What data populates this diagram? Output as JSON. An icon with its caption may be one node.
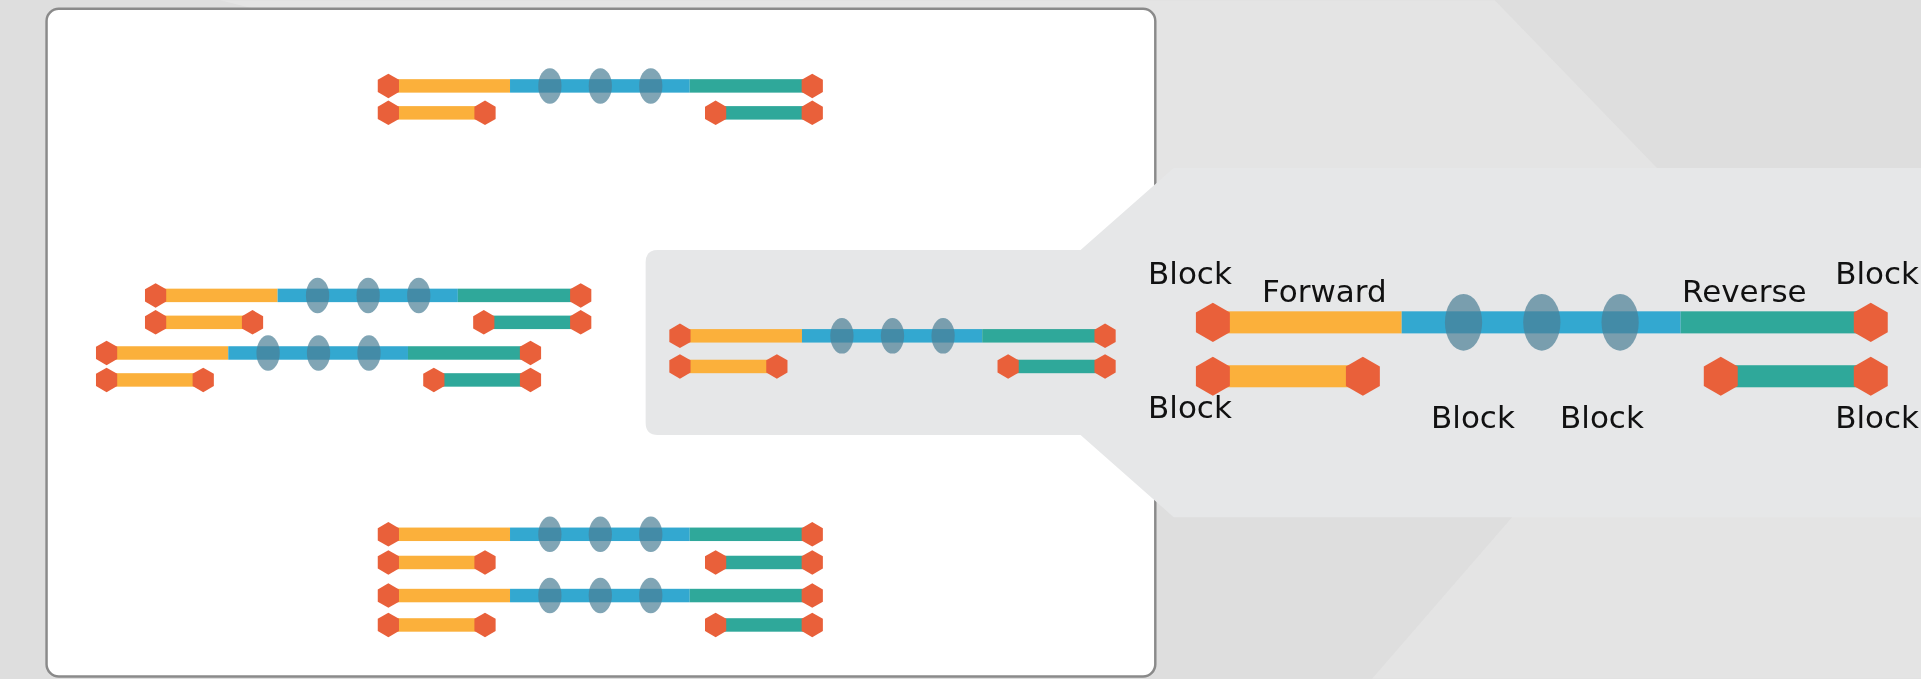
{
  "diagram": {
    "labels": [
      "Block",
      "Forward",
      "Reverse",
      "Block",
      "Block",
      "Block",
      "Block",
      "Block"
    ]
  }
}
